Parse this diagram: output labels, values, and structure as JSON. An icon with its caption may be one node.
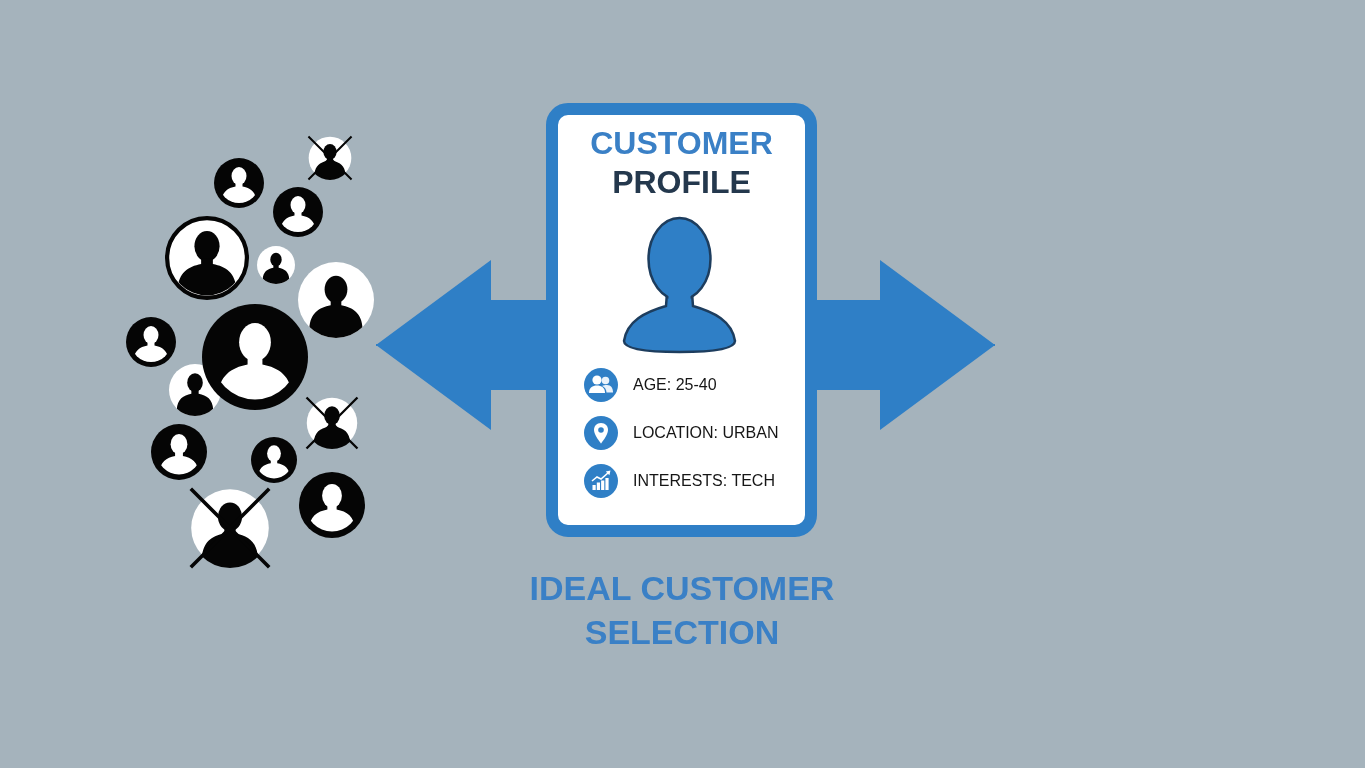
{
  "diagram": {
    "caption": "IDEAL CUSTOMER SELECTION",
    "nodes": [
      {
        "text": [],
        "shape": "picture"
      },
      {
        "text": [
          "CUSTOMER PROFILE",
          "AGE: 25-40",
          "LOCATION: URBAN",
          "INTERESTS: TECH"
        ]
      }
    ],
    "edges": [
      {
        "from": 1,
        "to": 0,
        "arrow": "to"
      },
      {
        "from": 1,
        "to": null,
        "arrow": "to"
      }
    ]
  }
}
